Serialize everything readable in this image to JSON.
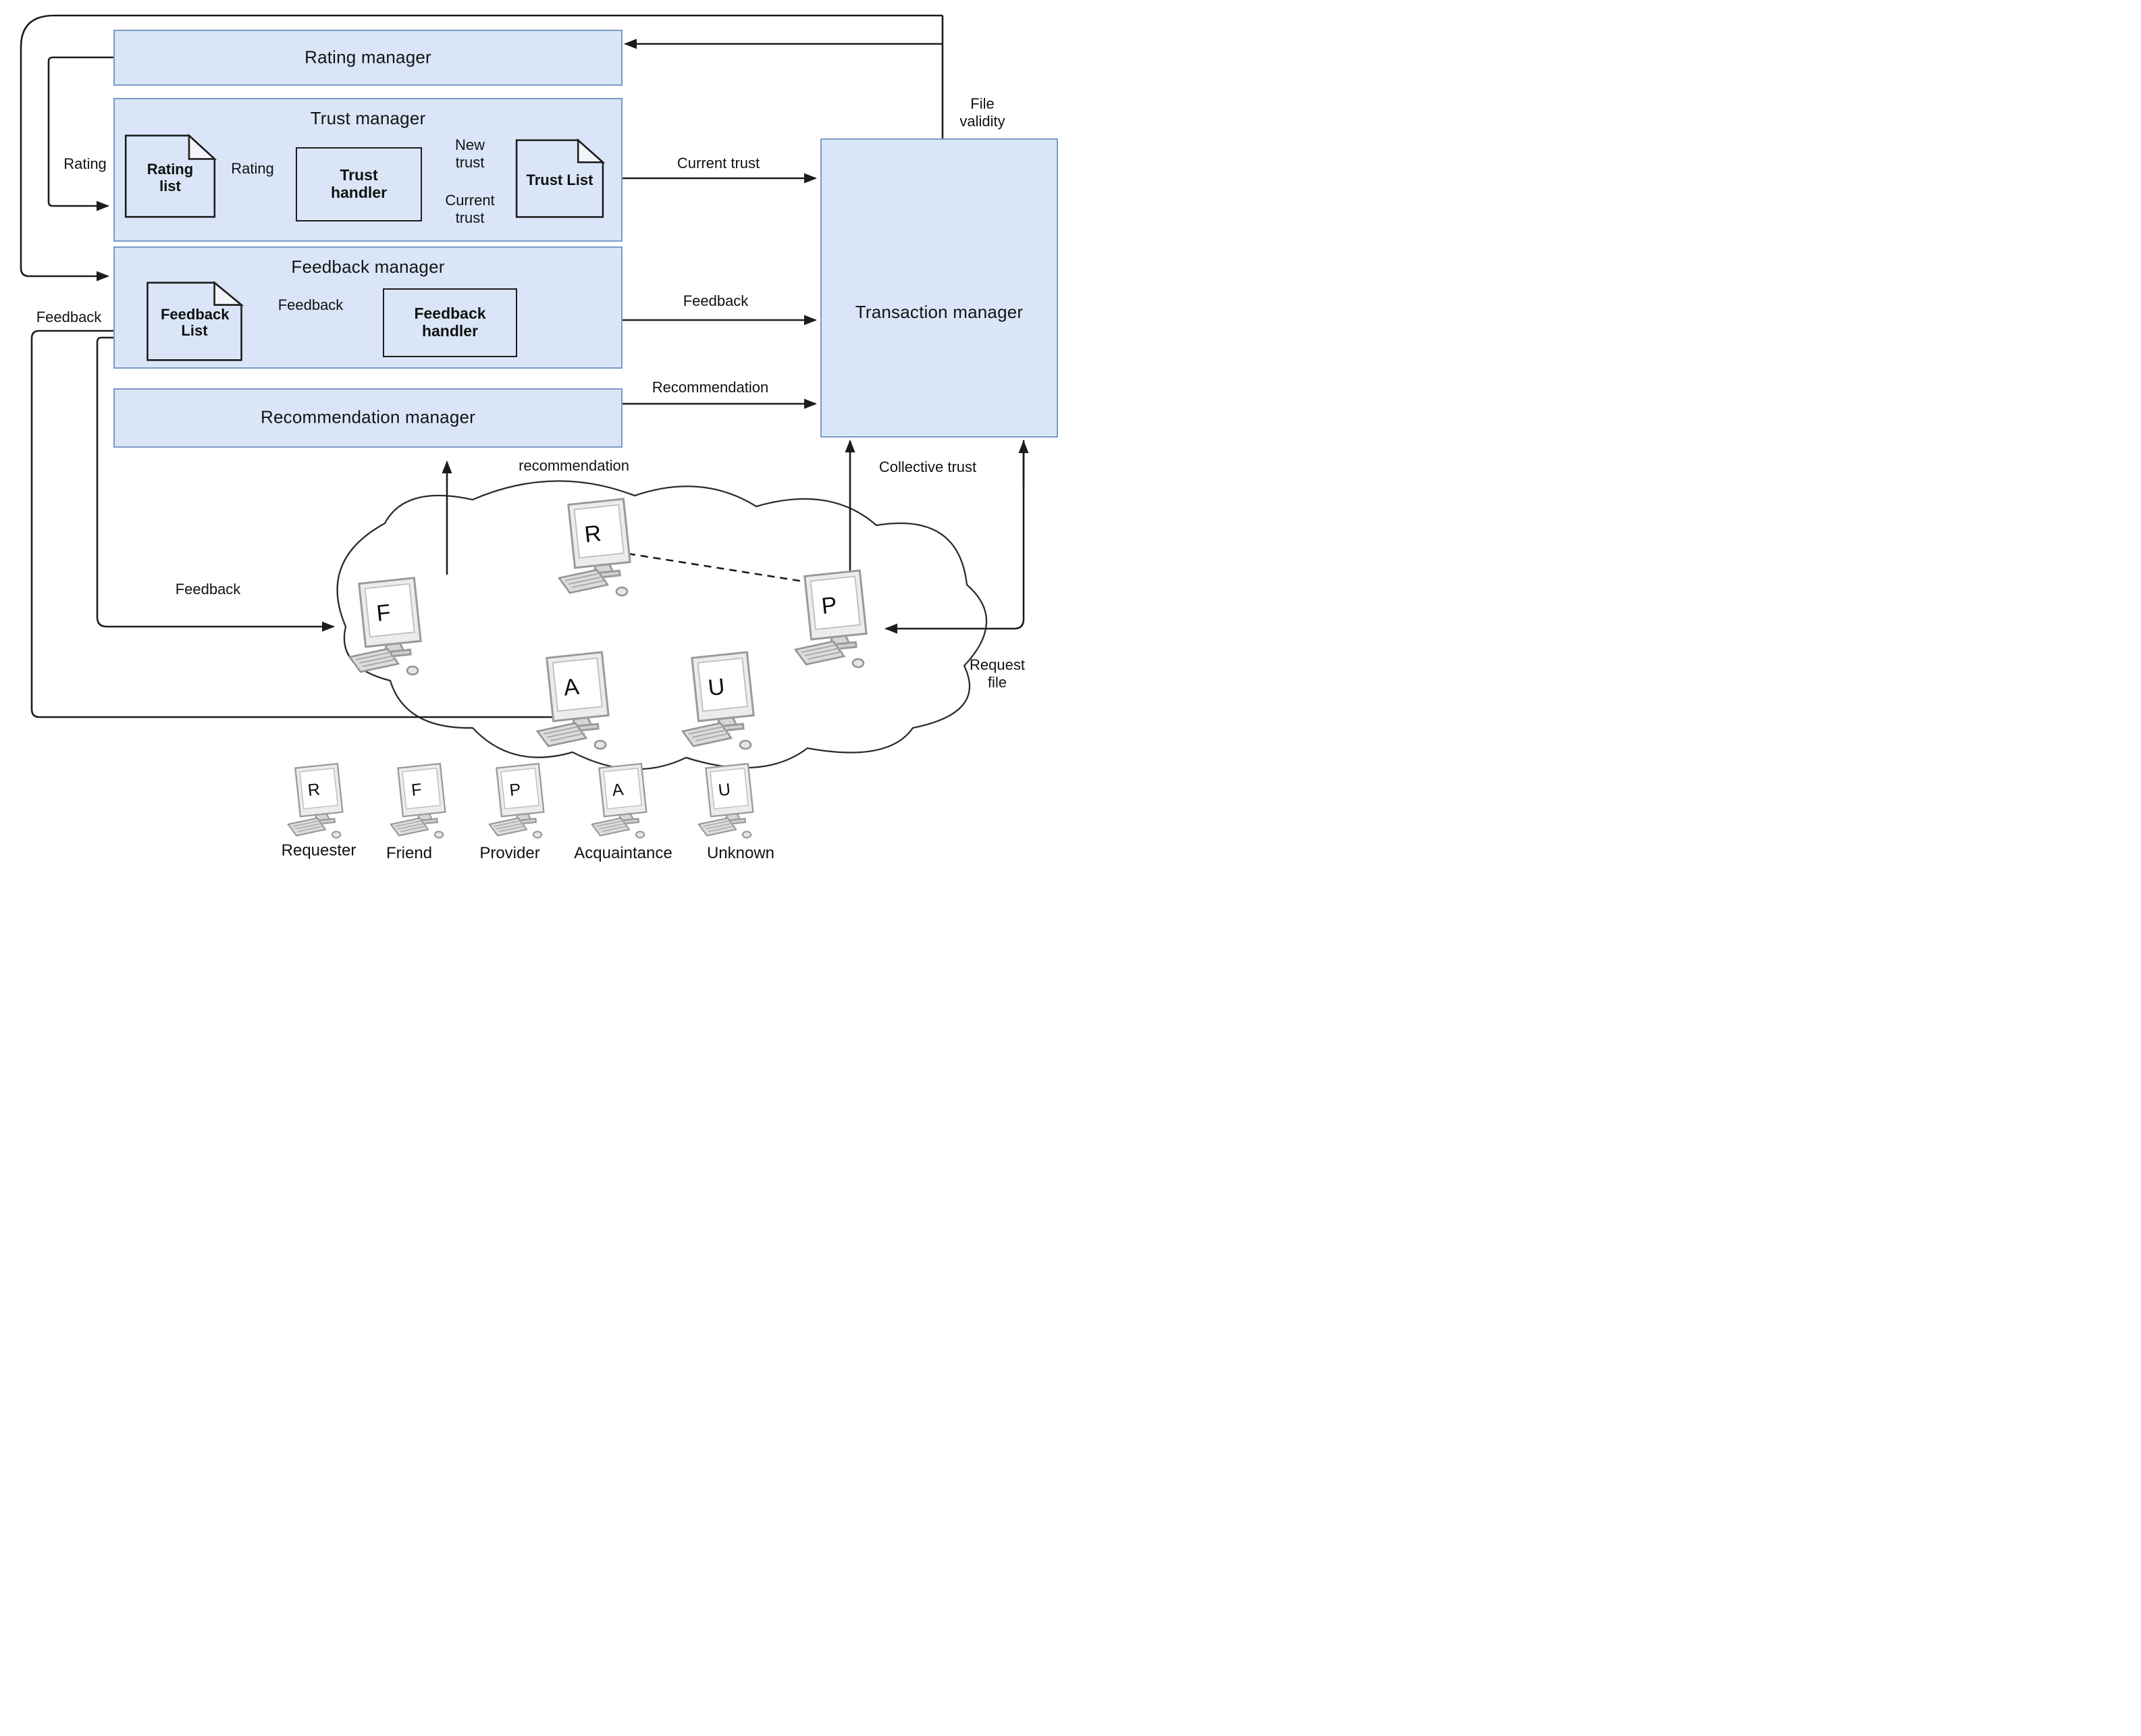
{
  "managers": {
    "rating": {
      "title": "Rating manager"
    },
    "trust": {
      "title": "Trust manager"
    },
    "feedback": {
      "title": "Feedback manager"
    },
    "recommendation": {
      "title": "Recommendation manager"
    },
    "transaction": {
      "title": "Transaction manager"
    }
  },
  "components": {
    "rating_list": "Rating list",
    "trust_handler": "Trust handler",
    "trust_list": "Trust List",
    "feedback_list": "Feedback List",
    "feedback_handler": "Feedback handler"
  },
  "edge_labels": {
    "rating_loop": "Rating",
    "rating_internal": "Rating",
    "new_trust": "New trust",
    "current_trust_internal": "Current trust",
    "current_trust": "Current trust",
    "feedback_internal": "Feedback",
    "feedback_to_tm": "Feedback",
    "recommendation_to_tm": "Recommendation",
    "file_validity": "File validity",
    "recommendation_up": "recommendation",
    "collective_trust": "Collective trust",
    "request_file": "Request file",
    "feedback_in": "Feedback",
    "feedback_to_friend": "Feedback"
  },
  "network": {
    "nodes": [
      {
        "letter": "R"
      },
      {
        "letter": "F"
      },
      {
        "letter": "P"
      },
      {
        "letter": "A"
      },
      {
        "letter": "U"
      }
    ]
  },
  "legend": {
    "items": [
      {
        "letter": "R",
        "label": "Requester"
      },
      {
        "letter": "F",
        "label": "Friend"
      },
      {
        "letter": "P",
        "label": "Provider"
      },
      {
        "letter": "A",
        "label": "Acquaintance"
      },
      {
        "letter": "U",
        "label": "Unknown"
      }
    ]
  },
  "colors": {
    "box_fill": "#dae6f8",
    "box_stroke": "#7b99c8",
    "line": "#1c1c1c",
    "cloud_stroke": "#2b2b2b"
  }
}
